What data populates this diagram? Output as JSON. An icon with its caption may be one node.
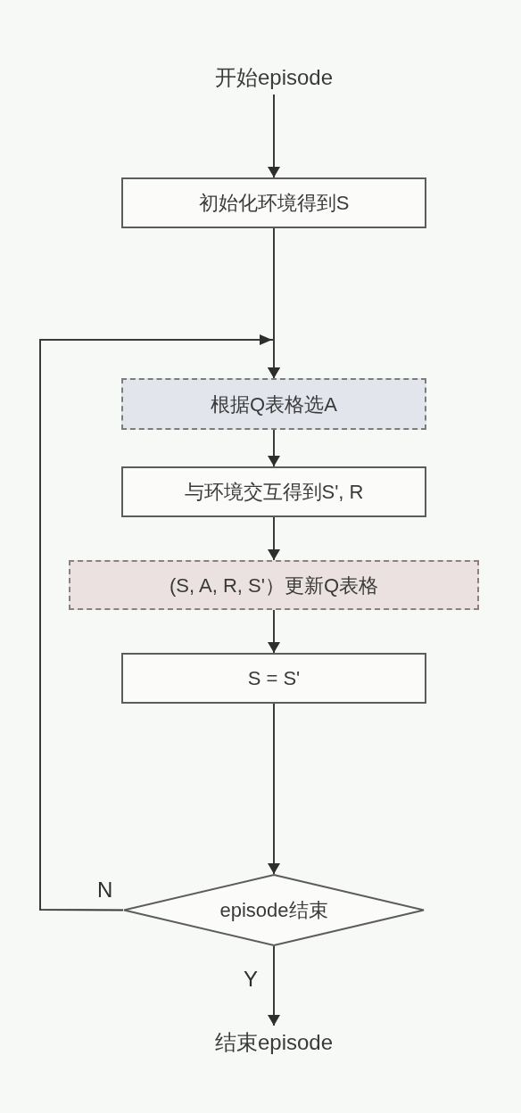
{
  "diagram": {
    "nodes": [
      {
        "text": [
          "开始episode"
        ]
      },
      {
        "text": [
          "初始化环境得到S"
        ]
      },
      {
        "text": [
          "根据Q表格选A"
        ]
      },
      {
        "text": [
          "与环境交互得到S', R"
        ]
      },
      {
        "text": [
          "(S, A, R, S'）更新Q表格"
        ]
      },
      {
        "text": [
          "S = S'"
        ]
      },
      {
        "text": [
          "episode结束"
        ]
      },
      {
        "text": [
          "结束episode"
        ]
      }
    ],
    "edges": [
      {
        "from": 0,
        "to": 1,
        "arrow": "to"
      },
      {
        "from": 1,
        "to": 2,
        "arrow": "to"
      },
      {
        "from": 2,
        "to": 3,
        "arrow": "to"
      },
      {
        "from": 3,
        "to": 4,
        "arrow": "to"
      },
      {
        "from": 4,
        "to": 5,
        "arrow": "to"
      },
      {
        "from": 5,
        "to": 6,
        "arrow": "to"
      },
      {
        "from": 6,
        "to": 2,
        "label": "N",
        "arrow": "to"
      },
      {
        "from": 6,
        "to": 7,
        "label": "Y",
        "arrow": "to"
      }
    ]
  }
}
